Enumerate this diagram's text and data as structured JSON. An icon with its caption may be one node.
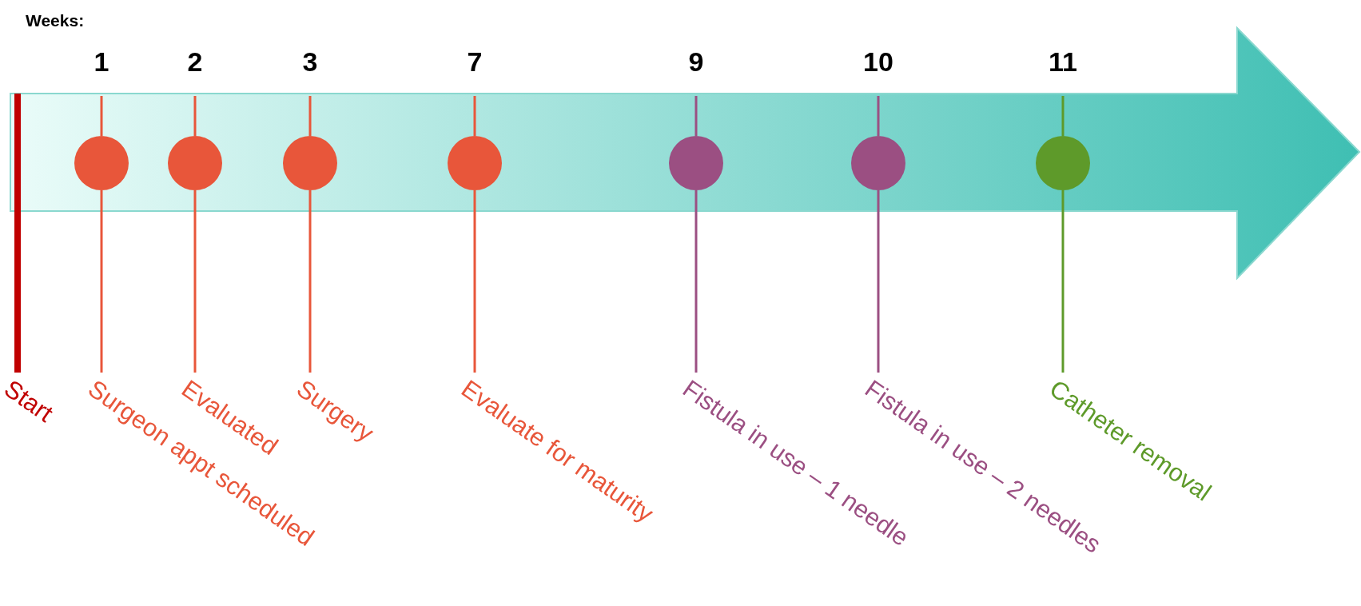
{
  "diagram": {
    "nodes": [
      {
        "text": [],
        "shape": "bar"
      },
      {
        "text": [],
        "shape": "circle",
        "beside": [
          "1"
        ]
      },
      {
        "text": [],
        "shape": "circle",
        "beside": [
          "2"
        ]
      },
      {
        "text": [],
        "shape": "circle",
        "beside": [
          "3"
        ]
      },
      {
        "text": [],
        "shape": "circle",
        "beside": [
          "7"
        ]
      },
      {
        "text": [],
        "shape": "circle",
        "beside": [
          "9"
        ]
      },
      {
        "text": [],
        "shape": "circle",
        "beside": [
          "10"
        ]
      },
      {
        "text": [],
        "shape": "circle",
        "beside": [
          "11"
        ]
      },
      {
        "text": [
          "Start"
        ]
      },
      {
        "text": [
          "Surgeon appt scheduled"
        ]
      },
      {
        "text": [
          "Evaluated"
        ]
      },
      {
        "text": [
          "Surgery"
        ]
      },
      {
        "text": [
          "Evaluate for maturity"
        ]
      },
      {
        "text": [
          "Fistula in use – 1 needle"
        ]
      },
      {
        "text": [
          "Fistula in use – 2 needles"
        ]
      },
      {
        "text": [
          "Catheter removal"
        ]
      }
    ],
    "edges": [
      {
        "from": 0,
        "to": 8,
        "arrow": "none",
        "style": "thick",
        "color": "#c00000"
      },
      {
        "from": 1,
        "to": 9,
        "arrow": "none"
      },
      {
        "from": 2,
        "to": 10,
        "arrow": "none"
      },
      {
        "from": 3,
        "to": 11,
        "arrow": "none"
      },
      {
        "from": 4,
        "to": 12,
        "arrow": "none"
      },
      {
        "from": 5,
        "to": 13,
        "arrow": "none",
        "color": "#9b4f82"
      },
      {
        "from": 6,
        "to": 14,
        "arrow": "none",
        "color": "#9b4f82"
      },
      {
        "from": 7,
        "to": 15,
        "arrow": "none",
        "color": "#5e9a2a"
      }
    ],
    "labels": [
      "Weeks:"
    ]
  }
}
